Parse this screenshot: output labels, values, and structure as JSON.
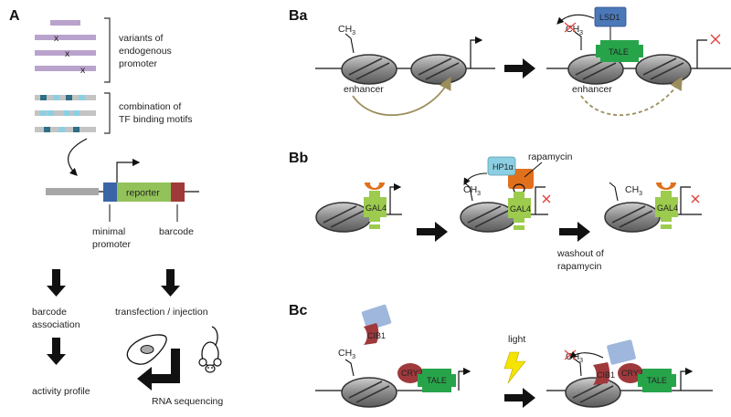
{
  "panels": {
    "A": "A",
    "Ba": "Ba",
    "Bb": "Bb",
    "Bc": "Bc"
  },
  "panel_a": {
    "variants_label_1": "variants of",
    "variants_label_2": "endogenous",
    "variants_label_3": "promoter",
    "motifs_label_1": "combination of",
    "motifs_label_2": "TF binding motifs",
    "reporter": "reporter",
    "minimal_promoter_1": "minimal",
    "minimal_promoter_2": "promoter",
    "barcode": "barcode",
    "barcode_association_1": "barcode",
    "barcode_association_2": "association",
    "activity_profile": "activity profile",
    "transfection": "transfection / injection",
    "rna_sequencing": "RNA sequencing",
    "mutation_mark": "x"
  },
  "panel_ba": {
    "ch3": "CH",
    "ch3_sub": "3",
    "enhancer_left": "enhancer",
    "enhancer_right": "enhancer",
    "lsd1": "LSD1",
    "tale": "TALE"
  },
  "panel_bb": {
    "ch3": "CH",
    "ch3_sub": "3",
    "gal4": "GAL4",
    "hp1": "HP1α",
    "rapamycin": "rapamycin",
    "washout_1": "washout of",
    "washout_2": "rapamycin"
  },
  "panel_bc": {
    "ch3": "CH",
    "ch3_sub": "3",
    "cib1": "CIB1",
    "cry2": "CRY2",
    "tale": "TALE",
    "light": "light"
  },
  "colors": {
    "purple": "#b9a3cc",
    "blue_box": "#3a64a6",
    "green_reporter": "#93c25a",
    "red_box": "#a03a3a",
    "lsd1": "#4a78b8",
    "tale": "#27a44a",
    "orange": "#e0701c",
    "gal4": "#9ccb4e",
    "hp1": "#8ccfe3",
    "cib1": "#a0393c",
    "cry2": "#a0393c",
    "light_blue": "#9fb7dc",
    "lightning": "#f5e400",
    "enhancer_arrow": "#9c8e5c",
    "cross": "#e0403c"
  },
  "icons": [
    "nucleosome-icon",
    "promoter-arrow-icon",
    "cell-icon",
    "mouse-icon",
    "lightning-icon",
    "cross-icon"
  ]
}
